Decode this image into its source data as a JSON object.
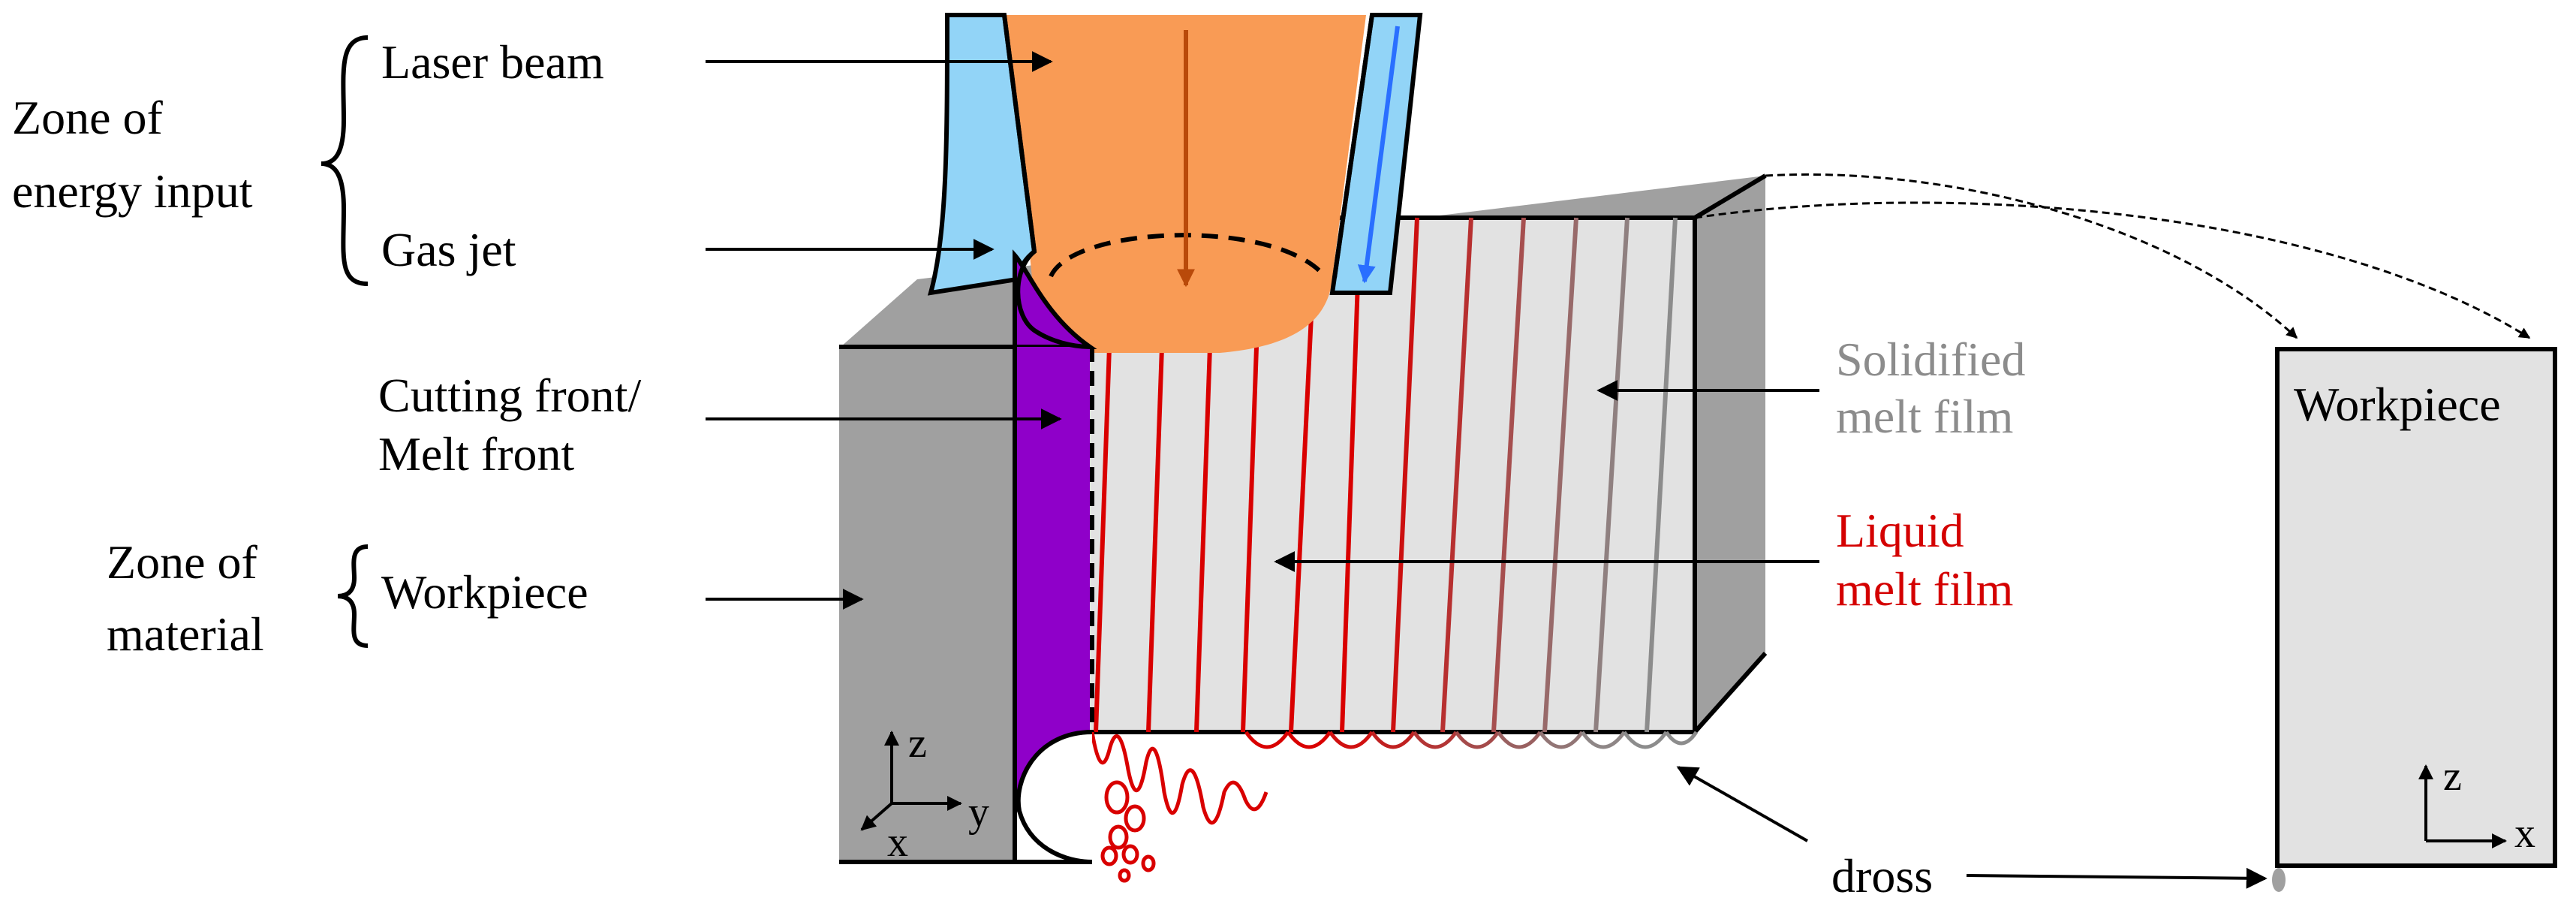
{
  "labels": {
    "zone_energy_line1": "Zone of",
    "zone_energy_line2": "energy input",
    "laser_beam": "Laser beam",
    "gas_jet": "Gas jet",
    "cutting_front_line1": "Cutting front/",
    "cutting_front_line2": "Melt front",
    "zone_material_line1": "Zone of",
    "zone_material_line2": "material",
    "workpiece": "Workpiece",
    "solidified_line1": "Solidified",
    "solidified_line2": "melt film",
    "liquid_line1": "Liquid",
    "liquid_line2": "melt film",
    "dross": "dross",
    "side_workpiece": "Workpiece"
  },
  "axes": {
    "main": {
      "z": "z",
      "y": "y",
      "x": "x"
    },
    "side": {
      "z": "z",
      "x": "x"
    }
  },
  "colors": {
    "workpiece_side": "#a0a0a0",
    "kerf_face": "#e2e2e2",
    "laser": "#f99b55",
    "laser_arrow": "#b94a0a",
    "gas": "#92d4f7",
    "gas_arrow": "#2a6fff",
    "melt_front": "#8f00c9",
    "liquid_film": "#d90000",
    "solidified_film": "#8c8c8c"
  }
}
